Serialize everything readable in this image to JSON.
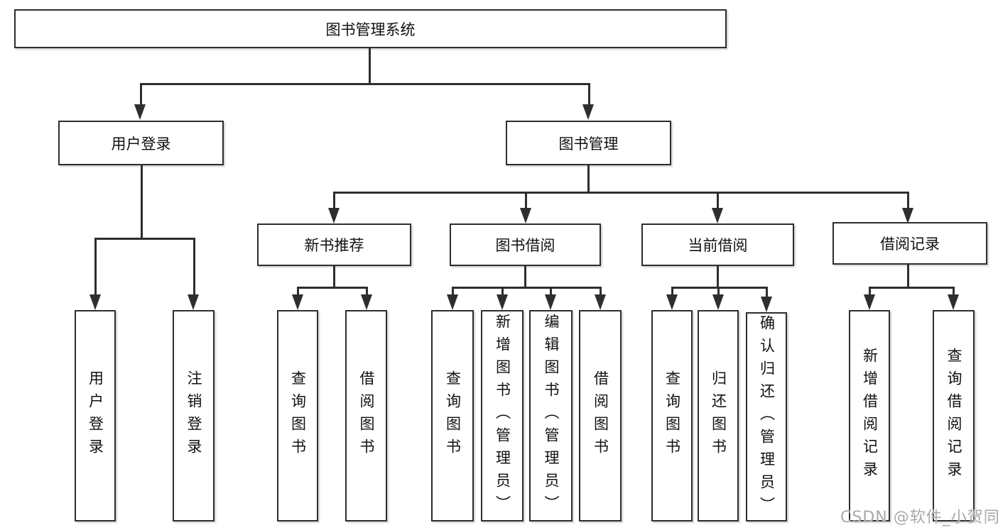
{
  "diagram": {
    "tree": {
      "root": {
        "label": "图书管理系统"
      },
      "branches": [
        {
          "label": "用户登录",
          "leaves": [
            {
              "label": "用户登录"
            },
            {
              "label": "注销登录"
            }
          ]
        },
        {
          "label": "图书管理",
          "groups": [
            {
              "label": "新书推荐",
              "leaves": [
                {
                  "label": "查询图书"
                },
                {
                  "label": "借阅图书"
                }
              ]
            },
            {
              "label": "图书借阅",
              "leaves": [
                {
                  "label": "查询图书"
                },
                {
                  "label": "新增图书（管理员）"
                },
                {
                  "label": "编辑图书（管理员）"
                },
                {
                  "label": "借阅图书"
                }
              ]
            },
            {
              "label": "当前借阅",
              "leaves": [
                {
                  "label": "查询图书"
                },
                {
                  "label": "归还图书"
                },
                {
                  "label": "确认归还（管理员）"
                }
              ]
            },
            {
              "label": "借阅记录",
              "leaves": [
                {
                  "label": "新增借阅记录"
                },
                {
                  "label": "查询借阅记录"
                }
              ]
            }
          ]
        }
      ]
    },
    "watermark": "CSDN @软件_小贺同学",
    "colors": {
      "line": "#2e2e2e",
      "text": "#111111",
      "background": "#ffffff",
      "watermark": "#a9a9a9"
    }
  }
}
